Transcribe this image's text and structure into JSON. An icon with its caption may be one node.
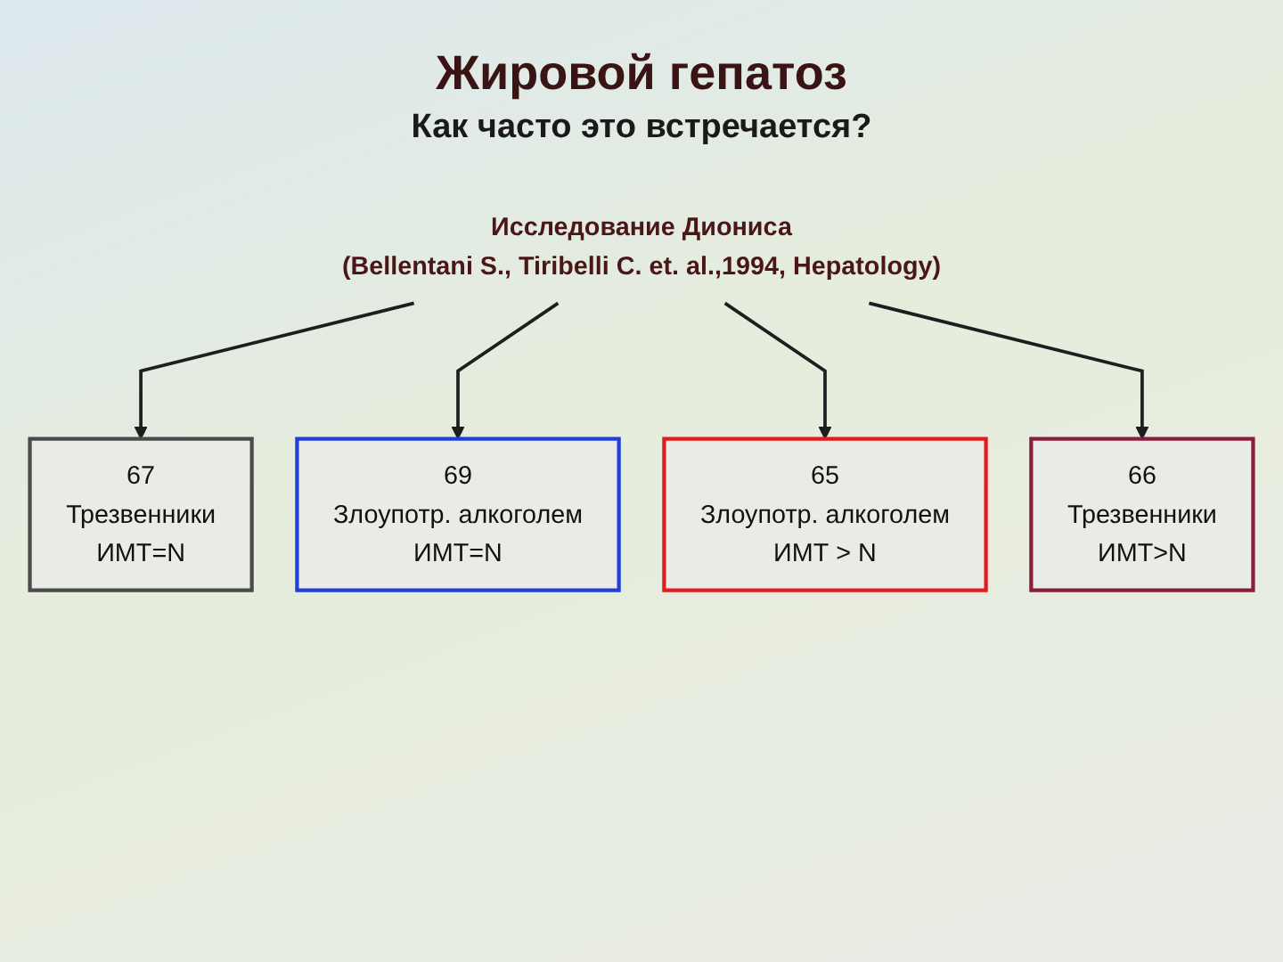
{
  "diagram": {
    "title": "Жировой гепатоз",
    "nodes": [
      {
        "text": [
          "Исследование Диониса",
          "(Bellentani S., Tiribelli C. et. al.,1994, Hepatology)"
        ]
      },
      {
        "text": [
          "67",
          "Трезвенники",
          "ИМТ=N"
        ]
      },
      {
        "text": [
          "66",
          "Трезвенники",
          "ИМТ>N"
        ]
      },
      {
        "text": [
          "69",
          "Злоупотр. алкоголем",
          "ИМТ=N"
        ]
      },
      {
        "text": [
          "65",
          "Злоупотр. алкоголем",
          "ИМТ > N"
        ]
      }
    ],
    "edges": [
      {
        "from": 0,
        "to": 1,
        "arrow": "to"
      },
      {
        "from": 0,
        "to": 3,
        "arrow": "to"
      },
      {
        "from": 0,
        "to": 4,
        "arrow": "to"
      },
      {
        "from": 0,
        "to": 2,
        "arrow": "to"
      }
    ],
    "labels": [
      "Как часто это встречается?"
    ]
  }
}
